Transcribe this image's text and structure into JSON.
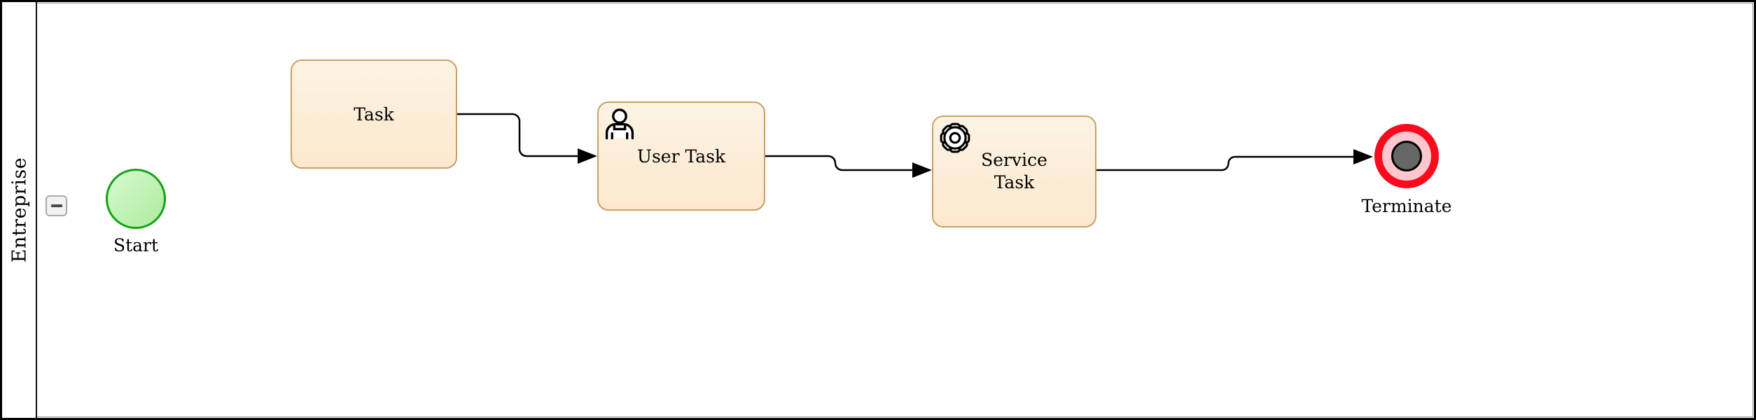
{
  "pool": {
    "name": "Entreprise"
  },
  "nodes": {
    "start": {
      "type": "start-event",
      "label": "Start"
    },
    "task": {
      "type": "task",
      "label": "Task"
    },
    "user_task": {
      "type": "user-task",
      "label": "User Task"
    },
    "service_task": {
      "type": "service-task",
      "label": "Service Task"
    },
    "terminate": {
      "type": "terminate-end-event",
      "label": "Terminate"
    }
  },
  "edges": [
    {
      "from": "task",
      "to": "user_task"
    },
    {
      "from": "user_task",
      "to": "service_task"
    },
    {
      "from": "service_task",
      "to": "terminate"
    }
  ],
  "colors": {
    "start-border": "#15a315",
    "start-fill-top": "#d9f8d0",
    "start-fill-bottom": "#abec9d",
    "task-border": "#c8a064",
    "task-fill-top": "#fcf3e4",
    "task-fill-bottom": "#fce8cd",
    "terminate-ring": "#f70b1c",
    "terminate-fill": "#fec6cd",
    "terminate-core": "#666666",
    "line": "#000000"
  }
}
